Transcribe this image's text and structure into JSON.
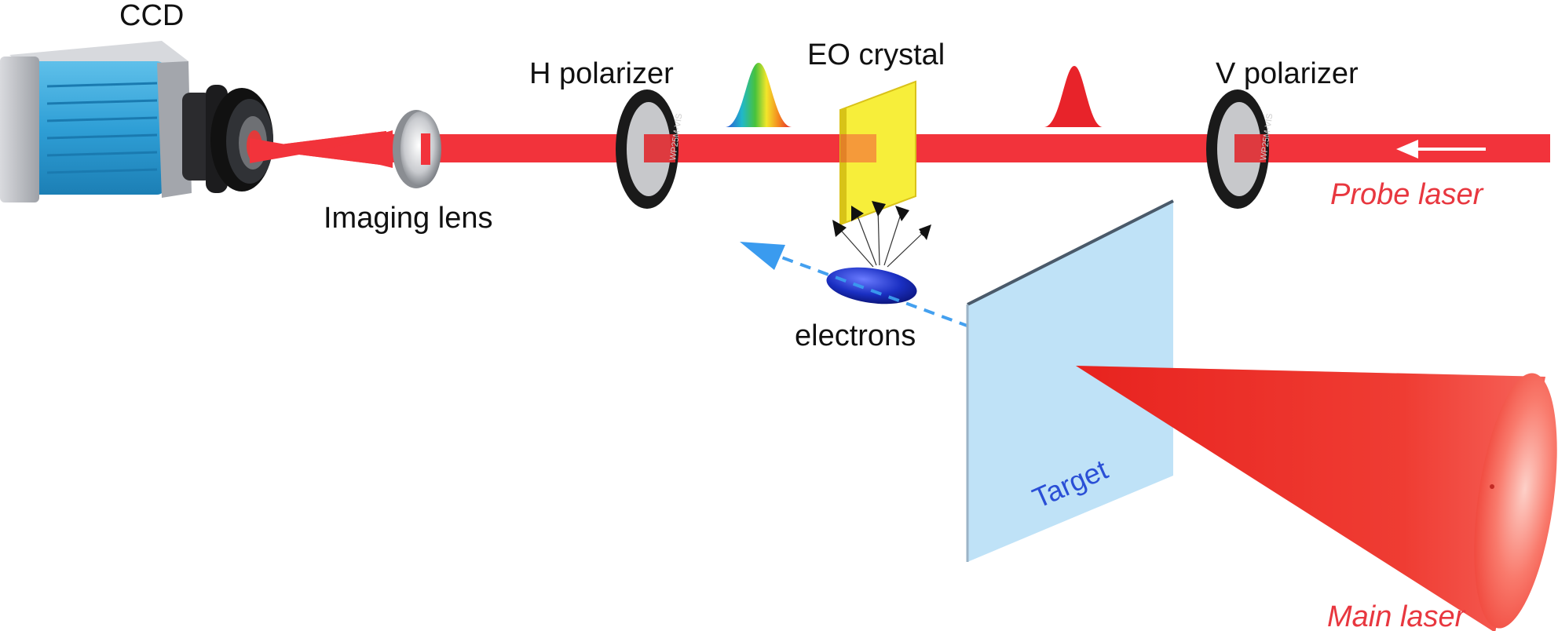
{
  "labels": {
    "ccd": "CCD",
    "imaging_lens": "Imaging lens",
    "h_polarizer": "H polarizer",
    "eo_crystal": "EO crystal",
    "v_polarizer": "V polarizer",
    "probe_laser": "Probe laser",
    "electrons": "electrons",
    "target": "Target",
    "main_laser": "Main laser",
    "polarizer_mark": "WP25M-VIS"
  },
  "colors": {
    "beam": "#f2333b",
    "probe_label": "#e8373f",
    "main_label": "#e8373f",
    "target_label": "#2a4fd6",
    "target_fill": "#bfe2f7",
    "crystal_fill": "#f7ee3a",
    "electron_fill": "#1a2fc2",
    "electron_arrow": "#3a9bef",
    "camera_body": "#2f9fd6"
  },
  "icons": {
    "camera": "ccd-camera-icon",
    "lens": "imaging-lens-icon",
    "polarizer": "polarizer-ring-icon",
    "crystal": "eo-crystal-icon",
    "electron_bunch": "electron-bunch-icon",
    "spectrum_pulse": "broadband-pulse-icon",
    "red_pulse": "red-pulse-icon"
  }
}
